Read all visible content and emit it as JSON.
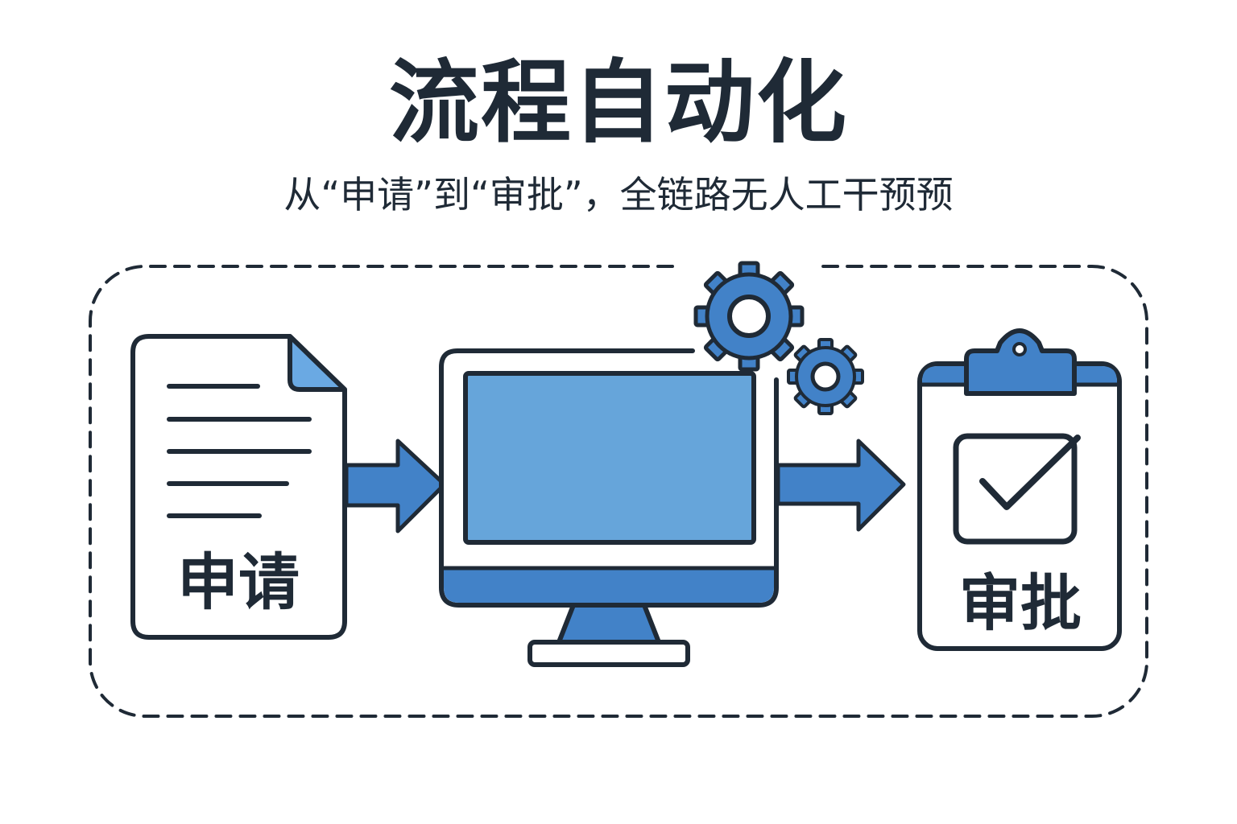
{
  "header": {
    "title": "流程自动化",
    "subtitle": "从“申请”到“审批”，全链路无人工干预预"
  },
  "flow": {
    "application": {
      "label": "申请",
      "icon": "document-icon"
    },
    "processor": {
      "icon": "computer-monitor-icon",
      "gears": [
        "gear-icon",
        "gear-icon"
      ]
    },
    "approval": {
      "label": "审批",
      "icon": "clipboard-checkmark-icon"
    }
  },
  "colors": {
    "outline": "#1f2a36",
    "accent_blue": "#4282c8",
    "screen_blue": "#66a5da",
    "doc_fold_blue": "#6aa9e3"
  }
}
